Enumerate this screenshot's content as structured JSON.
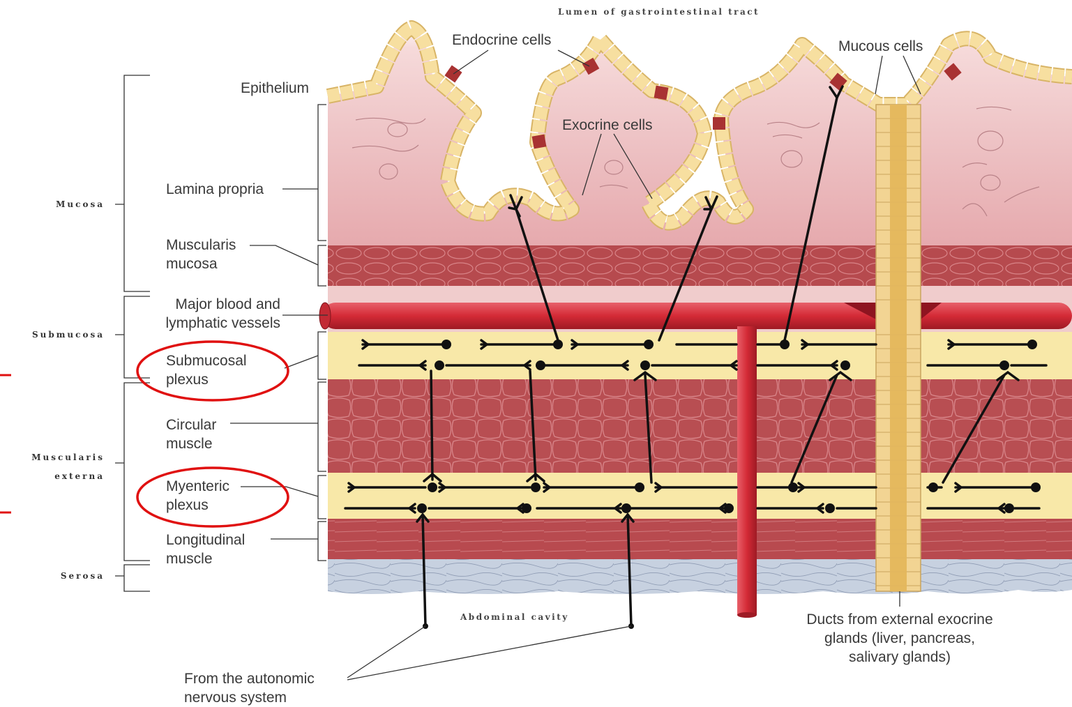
{
  "figure": {
    "lumen_caption": "Lumen of gastrointestinal tract",
    "cavity_caption": "Abdominal cavity"
  },
  "groups": {
    "mucosa": "Mucosa",
    "submucosa": "Submucosa",
    "muscularis_externa": "Muscularis\nexterna",
    "serosa": "Serosa"
  },
  "labels": {
    "epithelium": "Epithelium",
    "lamina_propria": "Lamina propria",
    "muscularis_mucosa": "Muscularis\nmucosa",
    "vessels": "Major blood and\nlymphatic vessels",
    "submucosal_plexus": "Submucosal\nplexus",
    "circular_muscle": "Circular\nmuscle",
    "myenteric_plexus": "Myenteric\nplexus",
    "longitudinal_muscle": "Longitudinal\nmuscle",
    "endocrine_cells": "Endocrine cells",
    "exocrine_cells": "Exocrine cells",
    "mucous_cells": "Mucous cells",
    "ducts": "Ducts from external exocrine\nglands (liver, pancreas,\nsalivary glands)",
    "autonomic": "From the autonomic\nnervous system"
  },
  "colors": {
    "mucosa_pink": "#f0c8c8",
    "muscle_red": "#b8484c",
    "plexus_yellow": "#f8e8a8",
    "vessel_red": "#d42a36",
    "serosa_blue": "#c4cedc",
    "epithelial_cell": "#f7dfa0",
    "endocrine_cell": "#a83232",
    "highlight_circle": "#e01010"
  }
}
